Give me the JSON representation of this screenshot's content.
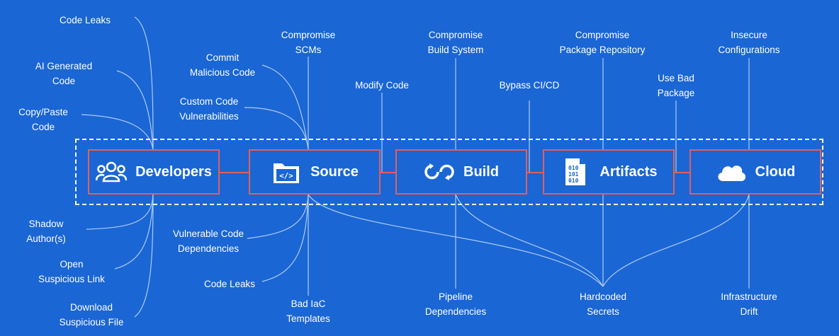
{
  "stages": [
    {
      "label": "Developers",
      "icon": "people-icon"
    },
    {
      "label": "Source",
      "icon": "code-folder-icon"
    },
    {
      "label": "Build",
      "icon": "cycle-icon"
    },
    {
      "label": "Artifacts",
      "icon": "binary-file-icon"
    },
    {
      "label": "Cloud",
      "icon": "cloud-icon"
    }
  ],
  "threats": {
    "code_leaks_top": [
      "Code Leaks"
    ],
    "ai_generated": [
      "AI Generated",
      "Code"
    ],
    "copy_paste": [
      "Copy/Paste",
      "Code"
    ],
    "shadow_authors": [
      "Shadow",
      "Author(s)"
    ],
    "open_link": [
      "Open",
      "Suspicious Link"
    ],
    "download_file": [
      "Download",
      "Suspicious File"
    ],
    "commit_malicious": [
      "Commit",
      "Malicious Code"
    ],
    "custom_code": [
      "Custom Code",
      "Vulnerabilities"
    ],
    "compromise_scms": [
      "Compromise",
      "SCMs"
    ],
    "vuln_deps": [
      "Vulnerable Code",
      "Dependencies"
    ],
    "code_leaks_bottom": [
      "Code Leaks"
    ],
    "bad_iac": [
      "Bad IaC",
      "Templates"
    ],
    "modify_code": [
      "Modify Code"
    ],
    "compromise_build": [
      "Compromise",
      "Build System"
    ],
    "bypass_cicd": [
      "Bypass CI/CD"
    ],
    "pipeline_deps": [
      "Pipeline",
      "Dependencies"
    ],
    "compromise_pkg": [
      "Compromise",
      "Package Repository"
    ],
    "use_bad_pkg": [
      "Use Bad",
      "Package"
    ],
    "hardcoded_secrets": [
      "Hardcoded",
      "Secrets"
    ],
    "insecure_config": [
      "Insecure",
      "Configurations"
    ],
    "infra_drift": [
      "Infrastructure",
      "Drift"
    ]
  },
  "colors": {
    "background": "#1a66d4",
    "stage_border": "#e0605d",
    "lines": "#c9dcf7"
  }
}
